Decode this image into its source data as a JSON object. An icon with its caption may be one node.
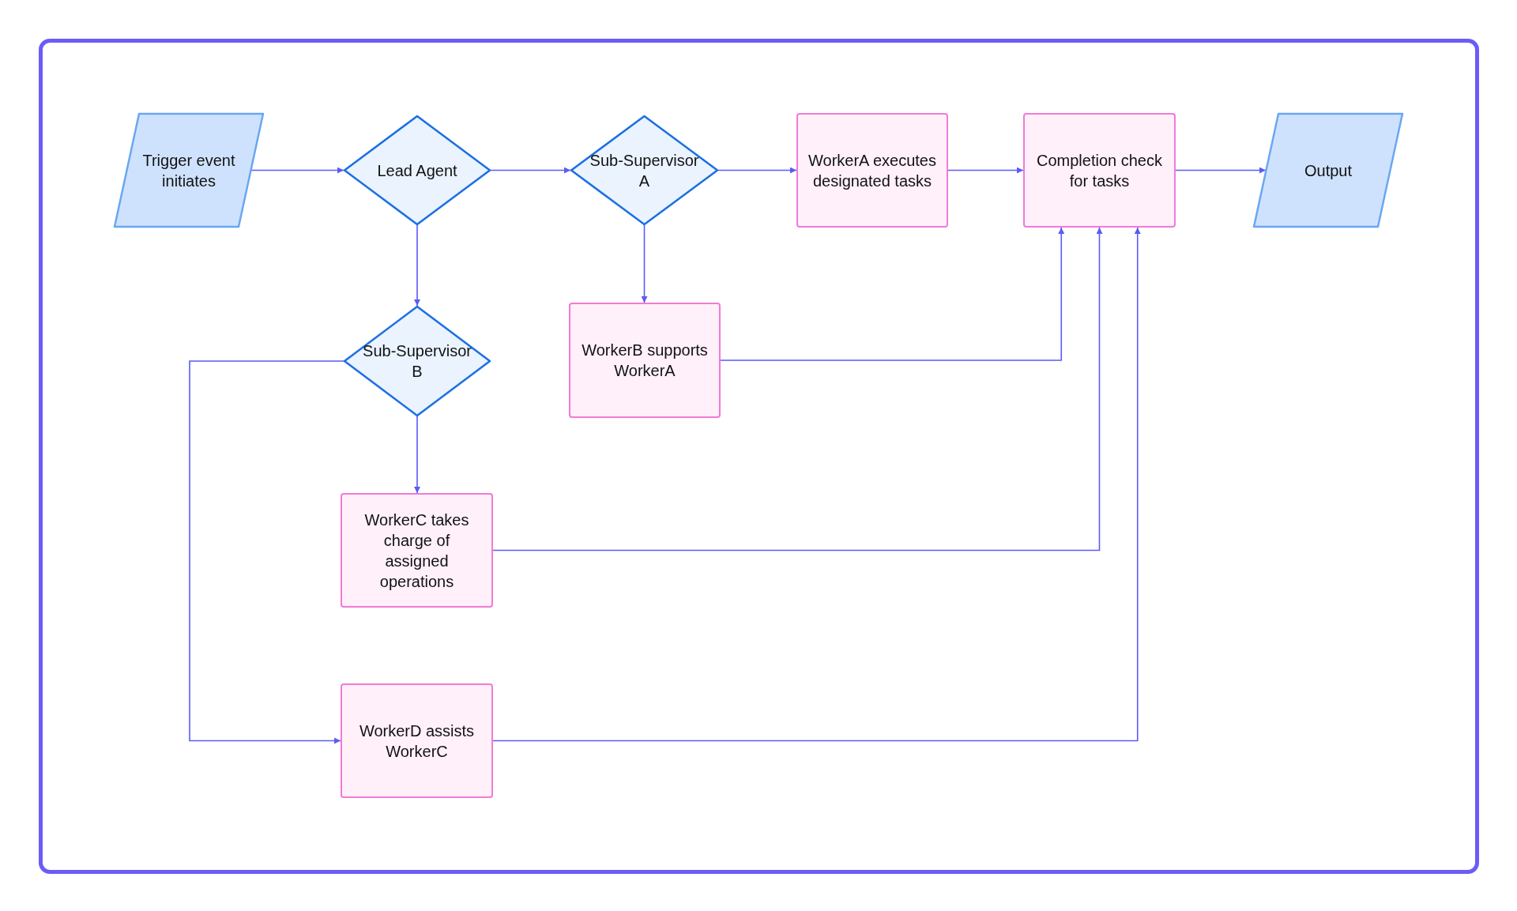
{
  "diagram": {
    "nodes": [
      {
        "text": [
          "Trigger event initiates"
        ]
      },
      {
        "text": [
          "Lead Agent"
        ]
      },
      {
        "text": [
          "Sub-Supervisor A"
        ]
      },
      {
        "text": [
          "WorkerA executes designated tasks"
        ]
      },
      {
        "text": [
          "Completion check for tasks"
        ]
      },
      {
        "text": [
          "Output"
        ]
      },
      {
        "text": [
          "Sub-Supervisor B"
        ]
      },
      {
        "text": [
          "WorkerB supports WorkerA"
        ]
      },
      {
        "text": [
          "WorkerC takes charge of assigned operations"
        ]
      },
      {
        "text": [
          "WorkerD assists WorkerC"
        ]
      }
    ],
    "edges": [
      {
        "from": 0,
        "to": 1,
        "arrow": "to"
      },
      {
        "from": 1,
        "to": 2,
        "arrow": "to"
      },
      {
        "from": 2,
        "to": 3,
        "arrow": "to"
      },
      {
        "from": 3,
        "to": 4,
        "arrow": "to"
      },
      {
        "from": 4,
        "to": 5,
        "arrow": "to"
      },
      {
        "from": 1,
        "to": 6,
        "arrow": "to"
      },
      {
        "from": 2,
        "to": 7,
        "arrow": "to"
      },
      {
        "from": 7,
        "to": 4,
        "arrow": "to"
      },
      {
        "from": 6,
        "to": 8,
        "arrow": "to"
      },
      {
        "from": 8,
        "to": 4,
        "arrow": "to"
      },
      {
        "from": 6,
        "to": 9,
        "arrow": "to"
      },
      {
        "from": 9,
        "to": 4,
        "arrow": "to"
      }
    ]
  }
}
